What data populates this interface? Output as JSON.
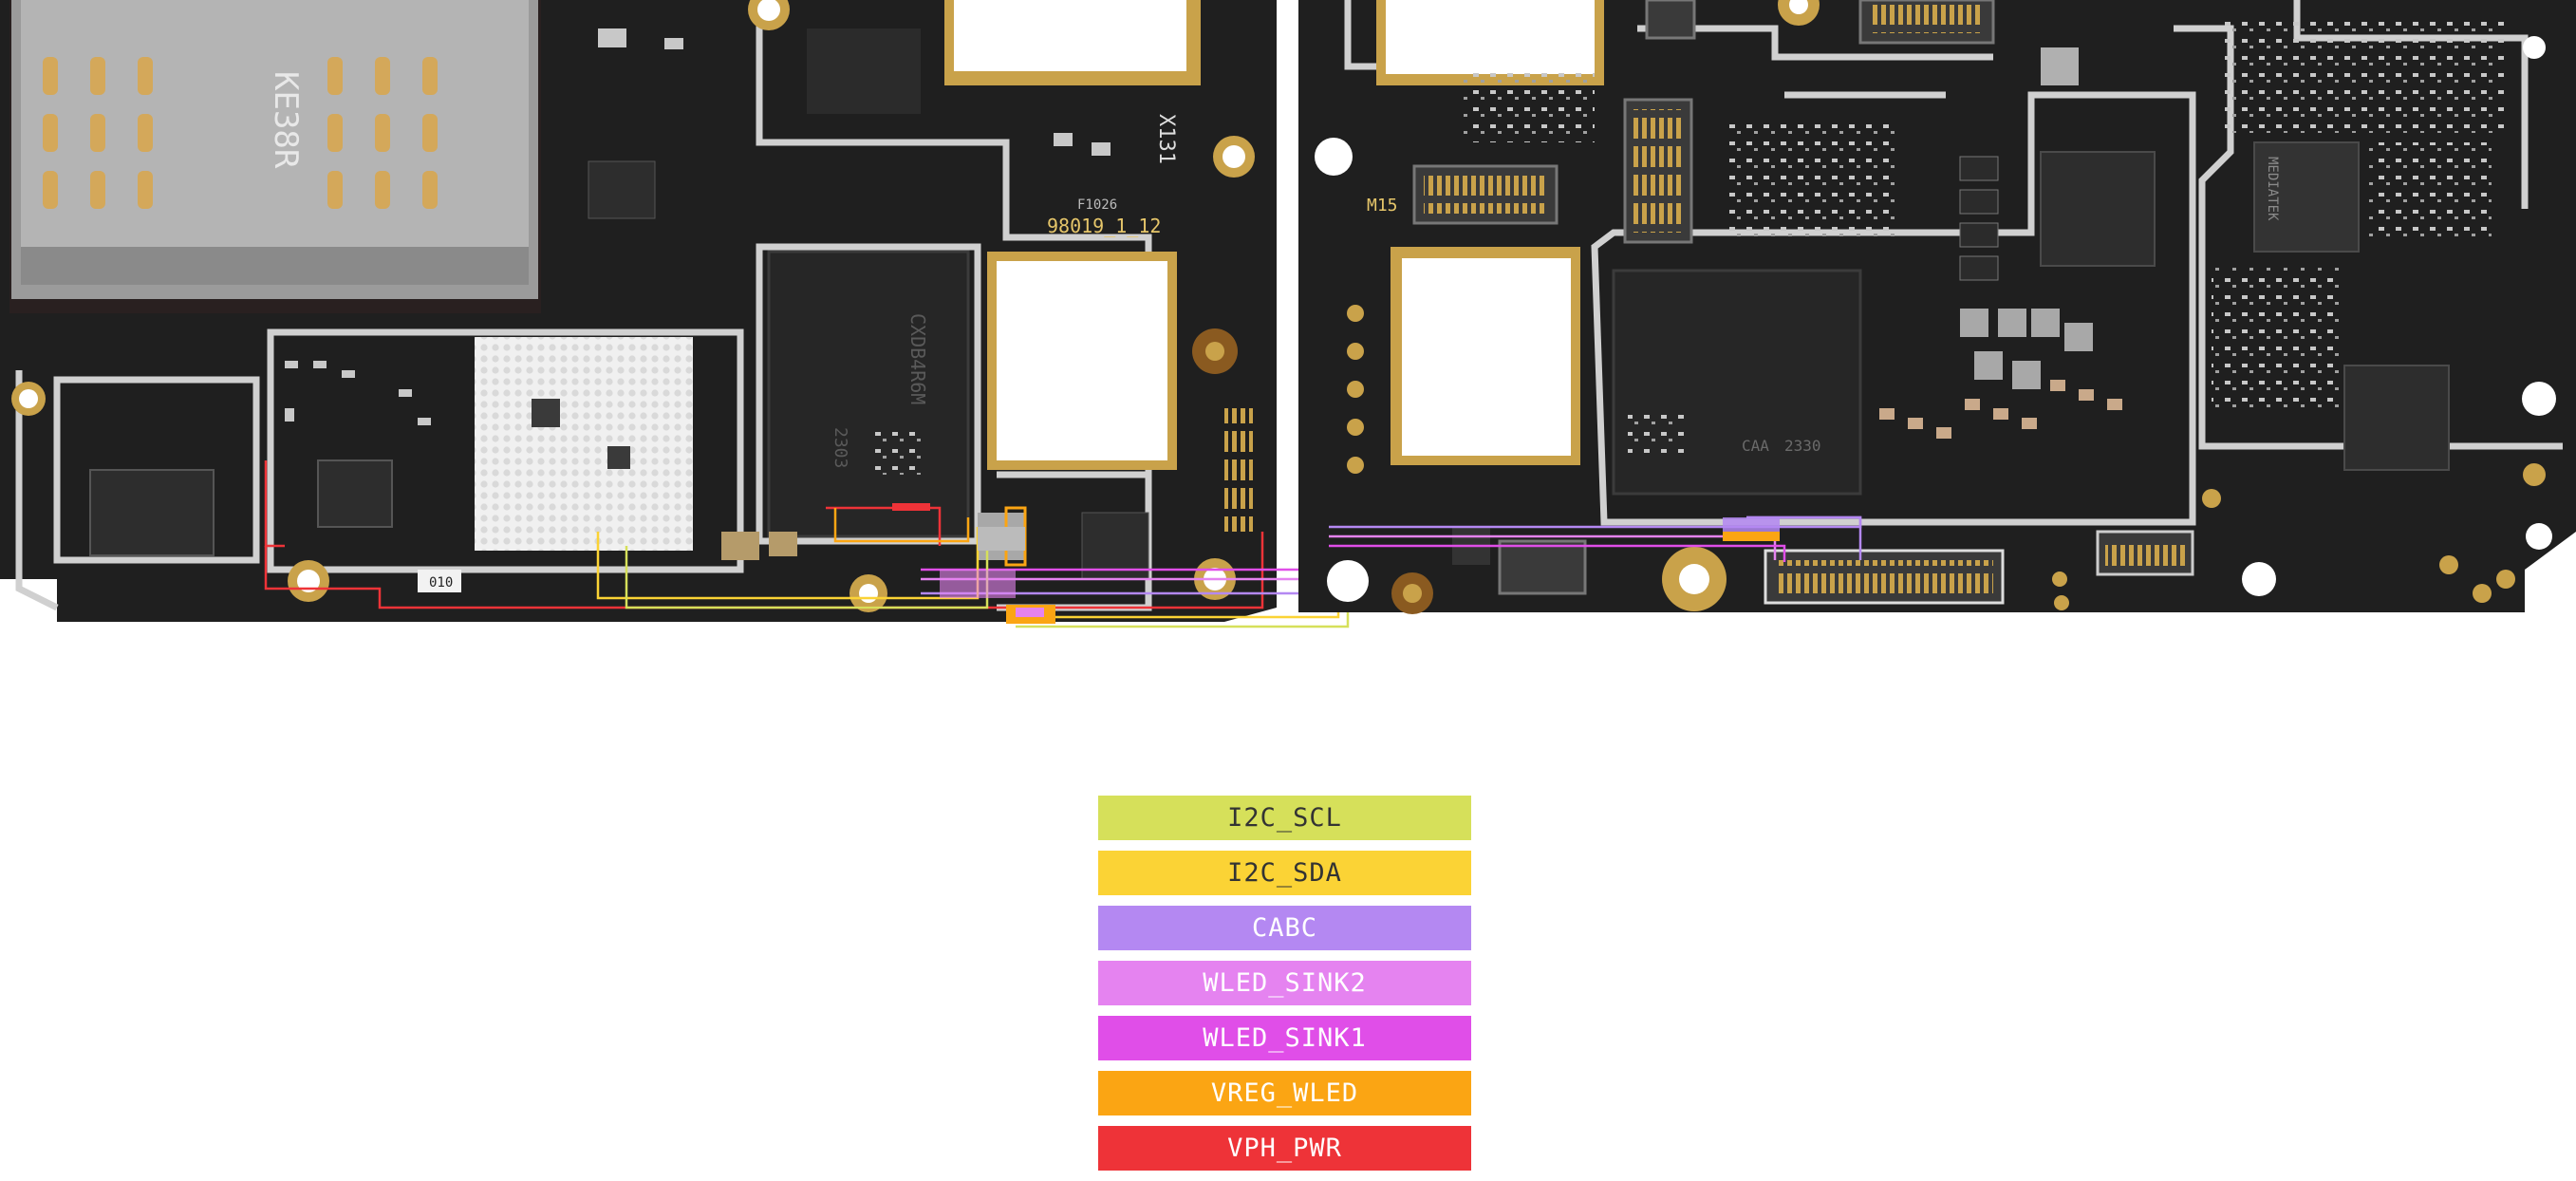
{
  "board": {
    "left_panel": {
      "markings": [
        "KE38R",
        "X131",
        "98019_1_12",
        "F1026",
        "010"
      ],
      "memory_chip_text": [
        "CXDB4R6M",
        "2303"
      ]
    },
    "right_panel": {
      "markings": [
        "M15"
      ],
      "soc_text": [
        "MEDIATEK"
      ],
      "memory_text": [
        "CAA",
        "2330"
      ]
    }
  },
  "legend": [
    {
      "label": "I2C_SCL",
      "color": "#d6e05a",
      "text_color": "#333333"
    },
    {
      "label": "I2C_SDA",
      "color": "#fbd335",
      "text_color": "#333333"
    },
    {
      "label": "CABC",
      "color": "#b488f2",
      "text_color": "#ffffff"
    },
    {
      "label": "WLED_SINK2",
      "color": "#e583f0",
      "text_color": "#ffffff"
    },
    {
      "label": "WLED_SINK1",
      "color": "#e04ee8",
      "text_color": "#ffffff"
    },
    {
      "label": "VREG_WLED",
      "color": "#fba513",
      "text_color": "#ffffff"
    },
    {
      "label": "VPH_PWR",
      "color": "#ee3338",
      "text_color": "#ffffff"
    }
  ]
}
